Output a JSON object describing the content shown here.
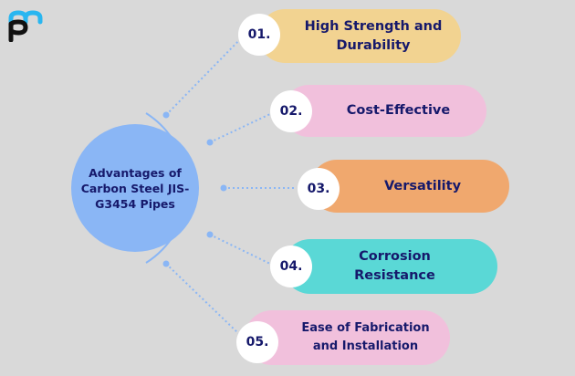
{
  "hub": {
    "title": "Advantages of Carbon Steel JIS-G3454 Pipes",
    "color": "#8ab6f5"
  },
  "items": [
    {
      "number": "01.",
      "label": "High Strength and Durability",
      "color": "#f2d391"
    },
    {
      "number": "02.",
      "label": "Cost-Effective",
      "color": "#f1c0dc"
    },
    {
      "number": "03.",
      "label": "Versatility",
      "color": "#f0a86e"
    },
    {
      "number": "04.",
      "label": "Corrosion Resistance",
      "color": "#5ad8d6"
    },
    {
      "number": "05.",
      "label": "Ease of Fabrication and Installation",
      "color": "#f1c0dc"
    }
  ],
  "colors": {
    "background": "#d9d9d9",
    "text": "#16196b",
    "connector": "#8ab6f5",
    "logo_top": "#29b6f0",
    "logo_bottom": "#111111"
  }
}
